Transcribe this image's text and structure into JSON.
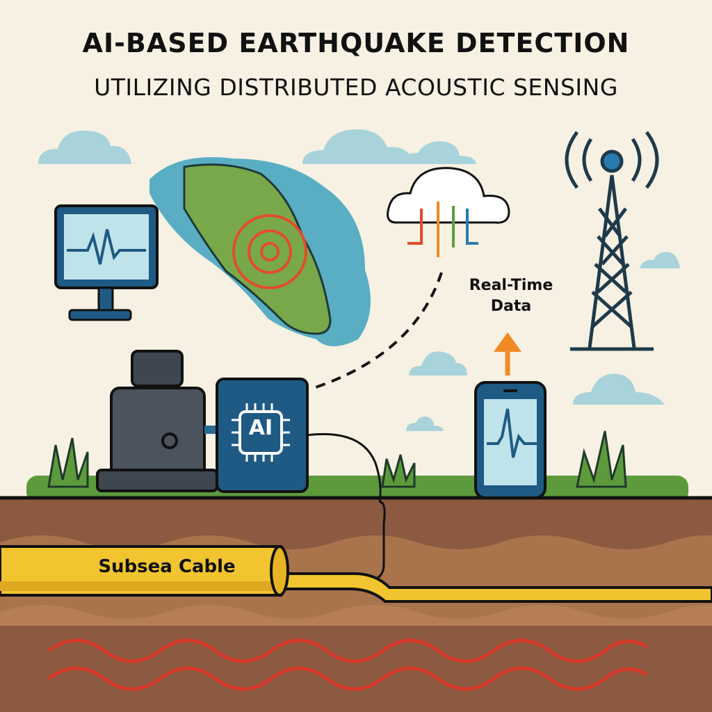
{
  "header": {
    "title": "AI-BASED EARTHQUAKE DETECTION",
    "subtitle": "UTILIZING DISTRIBUTED ACOUSTIC SENSING"
  },
  "labels": {
    "realtime": "Real-Time\nData",
    "cable": "Subsea Cable",
    "ai_chip": "AI"
  },
  "colors": {
    "background": "#f7f1e3",
    "soil": "#8c5a40",
    "soil_light": "#a9734c",
    "cable": "#f2c530",
    "seismic": "#d63a2a",
    "device_blue": "#1f5a85",
    "grass": "#5c9a3c",
    "arrow": "#f08a24"
  }
}
